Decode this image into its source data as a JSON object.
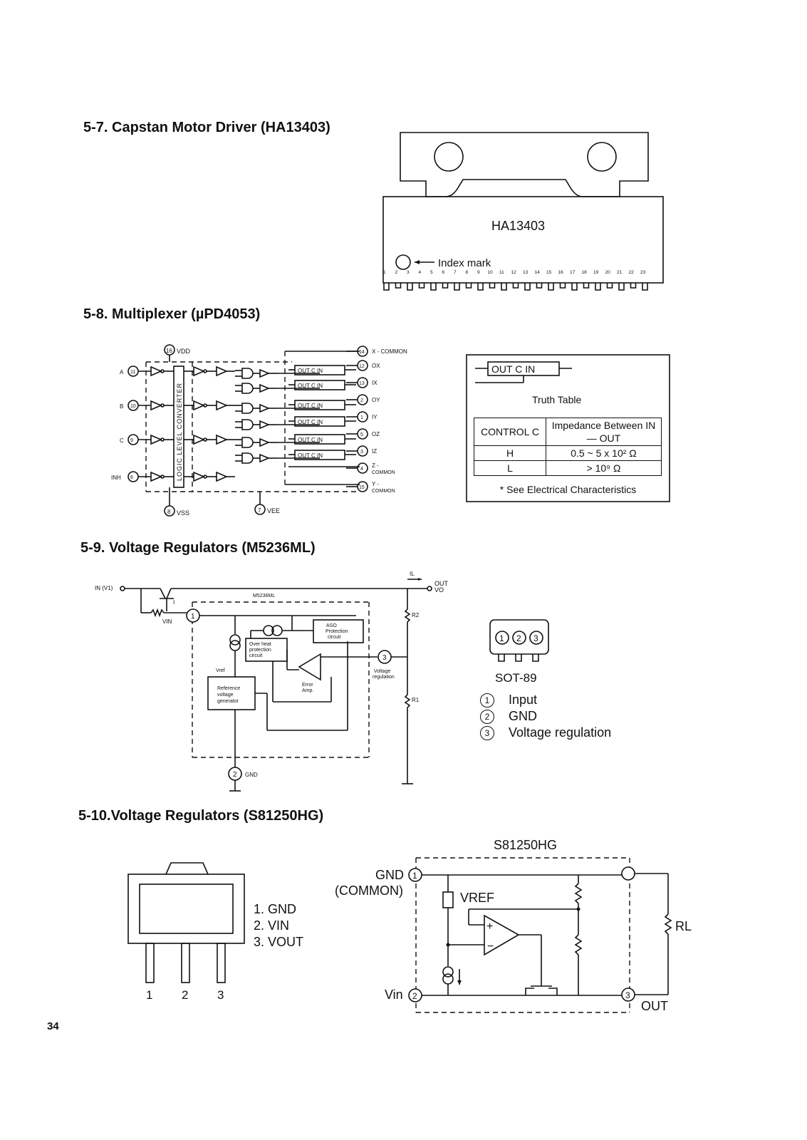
{
  "sections": {
    "s57": {
      "heading": "5-7. Capstan Motor Driver (HA13403)",
      "chip_label": "HA13403",
      "index_mark": "Index mark",
      "pins": [
        "1",
        "2",
        "3",
        "4",
        "5",
        "6",
        "7",
        "8",
        "9",
        "10",
        "11",
        "12",
        "13",
        "14",
        "15",
        "16",
        "17",
        "18",
        "19",
        "20",
        "21",
        "22",
        "23"
      ]
    },
    "s58": {
      "heading": "5-8. Multiplexer (µPD4053)",
      "converter_label": "LOGIC LEVEL CONVERTER",
      "vdd": "16 VDD",
      "vss": "8 VSS",
      "vee": "7 VEE",
      "inputs": [
        {
          "name": "A",
          "pin": "11"
        },
        {
          "name": "B",
          "pin": "10"
        },
        {
          "name": "C",
          "pin": "9"
        },
        {
          "name": "INH",
          "pin": "6"
        }
      ],
      "switch_label": "OUT  C  IN",
      "outputs": [
        {
          "pin": "14",
          "label": "X - COMMON"
        },
        {
          "pin": "12",
          "label": "OX"
        },
        {
          "pin": "13",
          "label": "IX"
        },
        {
          "pin": "2",
          "label": "OY"
        },
        {
          "pin": "1",
          "label": "IY"
        },
        {
          "pin": "5",
          "label": "OZ"
        },
        {
          "pin": "3",
          "label": "IZ"
        },
        {
          "pin": "4",
          "label": "Z - COMMON"
        },
        {
          "pin": "15",
          "label": "Y - COMMON"
        }
      ],
      "truth_table": {
        "symbol": "OUT  C  IN",
        "title": "Truth Table",
        "header": [
          "CONTROL C",
          "Impedance Between IN — OUT"
        ],
        "rows": [
          [
            "H",
            "0.5 ~ 5 x 10² Ω"
          ],
          [
            "L",
            "> 10⁹ Ω"
          ]
        ],
        "note": "* See Electrical Characteristics"
      }
    },
    "s59": {
      "heading": "5-9. Voltage Regulators (M5236ML)",
      "ic_label": "M5236ML",
      "in_label": "IN (V1)",
      "out_label": "OUT",
      "vo_label": "VO",
      "il_label": "IL",
      "vin_label": "VIN",
      "i_label": "I",
      "r1": "R1",
      "r2": "R2",
      "aso": "ASO Protection circuit",
      "overheat": "Over heat protection circuit",
      "vref": "Vref",
      "ref_gen": "Reference voltage generator",
      "error_amp": "Error Amp.",
      "vreg_label": "Voltage regulation",
      "gnd_label": "GND",
      "package": "SOT-89",
      "pins": [
        {
          "num": "1",
          "name": "Input"
        },
        {
          "num": "2",
          "name": "GND"
        },
        {
          "num": "3",
          "name": "Voltage regulation"
        }
      ]
    },
    "s510": {
      "heading": "5-10.Voltage Regulators (S81250HG)",
      "pin_list": [
        "1. GND",
        "2. VIN",
        "3. VOUT"
      ],
      "pin_nums": [
        "1",
        "2",
        "3"
      ],
      "ic_label": "S81250HG",
      "gnd": "GND",
      "common": "(COMMON)",
      "vref": "VREF",
      "vin": "Vin",
      "out": "OUT",
      "rl": "RL"
    }
  },
  "page_number": "34"
}
